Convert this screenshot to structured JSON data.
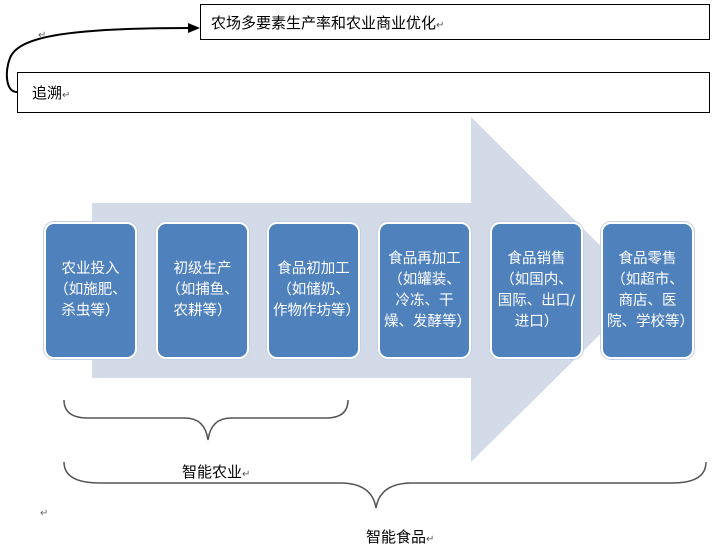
{
  "header": {
    "top_box": "农场多要素生产率和农业商业优化",
    "back_box": "追溯",
    "return_mark": "↵"
  },
  "stages": [
    {
      "label": "农业投入（如施肥、杀虫等）"
    },
    {
      "label": "初级生产（如捕鱼、农耕等）"
    },
    {
      "label": "食品初加工（如储奶、作物作坊等）"
    },
    {
      "label": "食品再加工（如罐装、冷冻、干燥、发酵等）"
    },
    {
      "label": "食品销售（如国内、国际、出口/进口）"
    },
    {
      "label": "食品零售（如超市、商店、医院、学校等）"
    }
  ],
  "groups": {
    "smart_agriculture": "智能农业",
    "smart_food": "智能食品"
  },
  "colors": {
    "stage_fill": "#4f81bd",
    "arrow_fill": "#d3dae8"
  }
}
